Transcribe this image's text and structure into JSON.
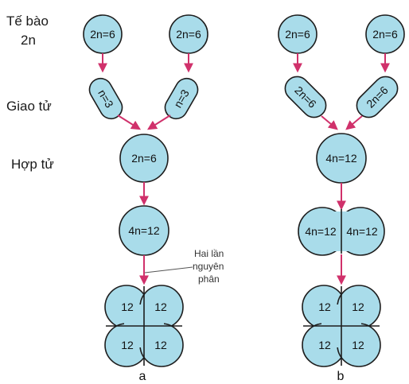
{
  "rows": {
    "cell_2n_line1": "Tế bào",
    "cell_2n_line2": "2n",
    "gamete": "Giao tử",
    "zygote": "Hợp tử"
  },
  "a": {
    "parent_left": "2n=6",
    "parent_right": "2n=6",
    "gamete_left": "n=3",
    "gamete_right": "n=3",
    "zygote": "2n=6",
    "tetraploid": "4n=12",
    "q1": "12",
    "q2": "12",
    "q3": "12",
    "q4": "12",
    "caption": "a"
  },
  "b": {
    "parent_left": "2n=6",
    "parent_right": "2n=6",
    "gamete_left": "2n=6",
    "gamete_right": "2n=6",
    "zygote": "4n=12",
    "half_left": "4n=12",
    "half_right": "4n=12",
    "q1": "12",
    "q2": "12",
    "q3": "12",
    "q4": "12",
    "caption": "b"
  },
  "annotation": {
    "line1": "Hai lần",
    "line2": "nguyên",
    "line3": "phân"
  },
  "colors": {
    "cell_fill": "#a9dcea",
    "arrow": "#d0316b",
    "outline": "#1d1d1d"
  }
}
